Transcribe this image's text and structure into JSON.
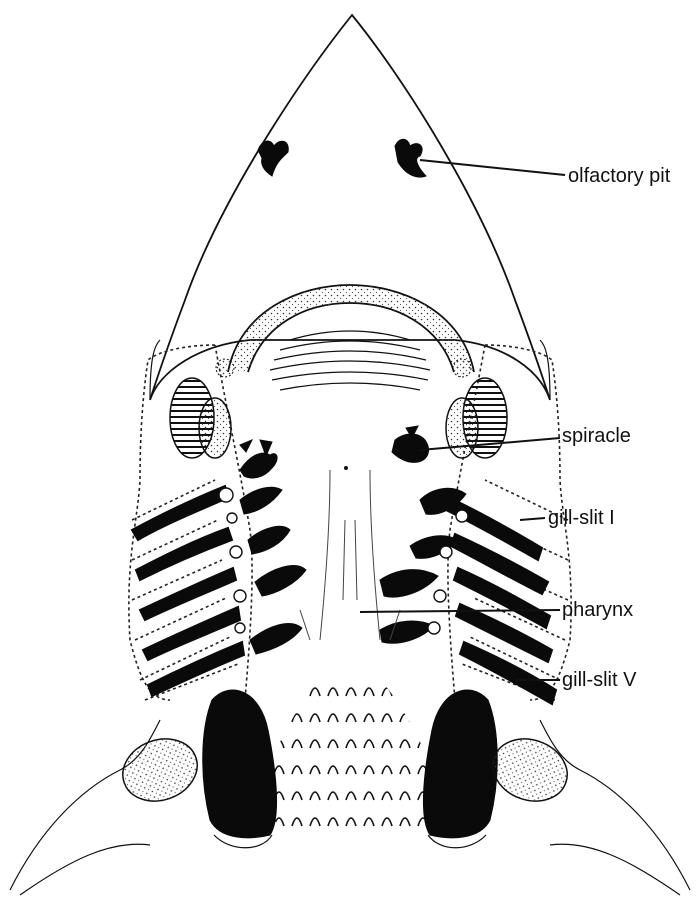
{
  "labels": {
    "olfactory_pit": "olfactory pit",
    "spiracle": "spiracle",
    "gill_slit_1": "gill-slit I",
    "pharynx": "pharynx",
    "gill_slit_5": "gill-slit V"
  }
}
